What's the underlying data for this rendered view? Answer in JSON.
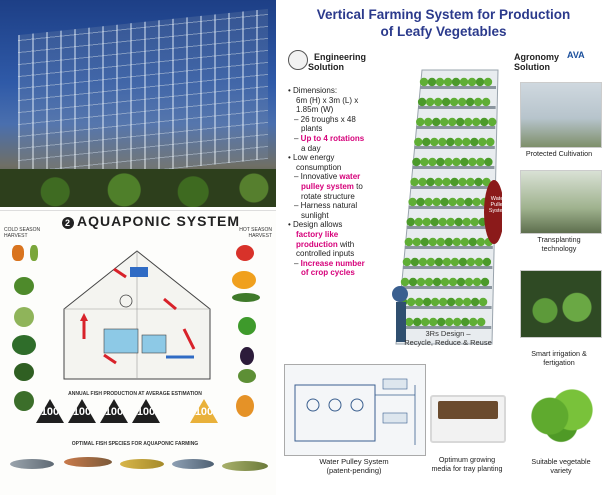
{
  "aquaponic": {
    "title": "AQUAPONIC SYSTEM",
    "left_header": "COLD SEASON HARVEST",
    "right_header": "HOT SEASON HARVEST",
    "section_production": "ANNUAL FISH PRODUCTION AT AVERAGE ESTIMATION",
    "section_fish": "OPTIMAL FISH SPECIES FOR AQUAPONIC FARMING",
    "counts": [
      "100",
      "100",
      "100",
      "100",
      "100"
    ]
  },
  "poster": {
    "title_line1": "Vertical Farming System for Production",
    "title_line2": "of Leafy Vegetables",
    "engineering_title_1": "Engineering",
    "engineering_title_2": "Solution",
    "agronomy_title_1": "Agronomy",
    "agronomy_title_2": "Solution",
    "ava_logo": "AVA",
    "bullets": {
      "dim_a": "Dimensions:",
      "dim_b": "6m (H) x 3m (L) x",
      "dim_c": "1.85m (W)",
      "troughs_a": "26 troughs x 48",
      "troughs_b": "plants",
      "rot_a": "Up to 4 rotations",
      "rot_b": "a day",
      "energy_a": "Low energy",
      "energy_b": "consumption",
      "inno_a": "Innovative",
      "inno_b": "water",
      "inno_c": "pulley system",
      "inno_d": "to",
      "inno_e": "rotate structure",
      "harness_a": "Harness natural",
      "harness_b": "sunlight",
      "design_a": "Design allows",
      "design_b": "factory like",
      "design_c": "production",
      "design_d": "with",
      "design_e": "controlled inputs",
      "inc_a": "Increase number",
      "inc_b": "of crop cycles"
    },
    "rs_line1": "3Rs Design –",
    "rs_line2": "Recycle, Reduce & Reuse",
    "vertical_label": "Water Pulley System",
    "captions": {
      "protected": "Protected Cultivation",
      "transplanting_1": "Transplanting",
      "transplanting_2": "technology",
      "smart_1": "Smart irrigation &",
      "smart_2": "fertigation",
      "pulley_1": "Water Pulley System",
      "pulley_2": "(patent-pending)",
      "media_1": "Optimum growing",
      "media_2": "media for tray planting",
      "variety_1": "Suitable vegetable",
      "variety_2": "variety"
    }
  }
}
